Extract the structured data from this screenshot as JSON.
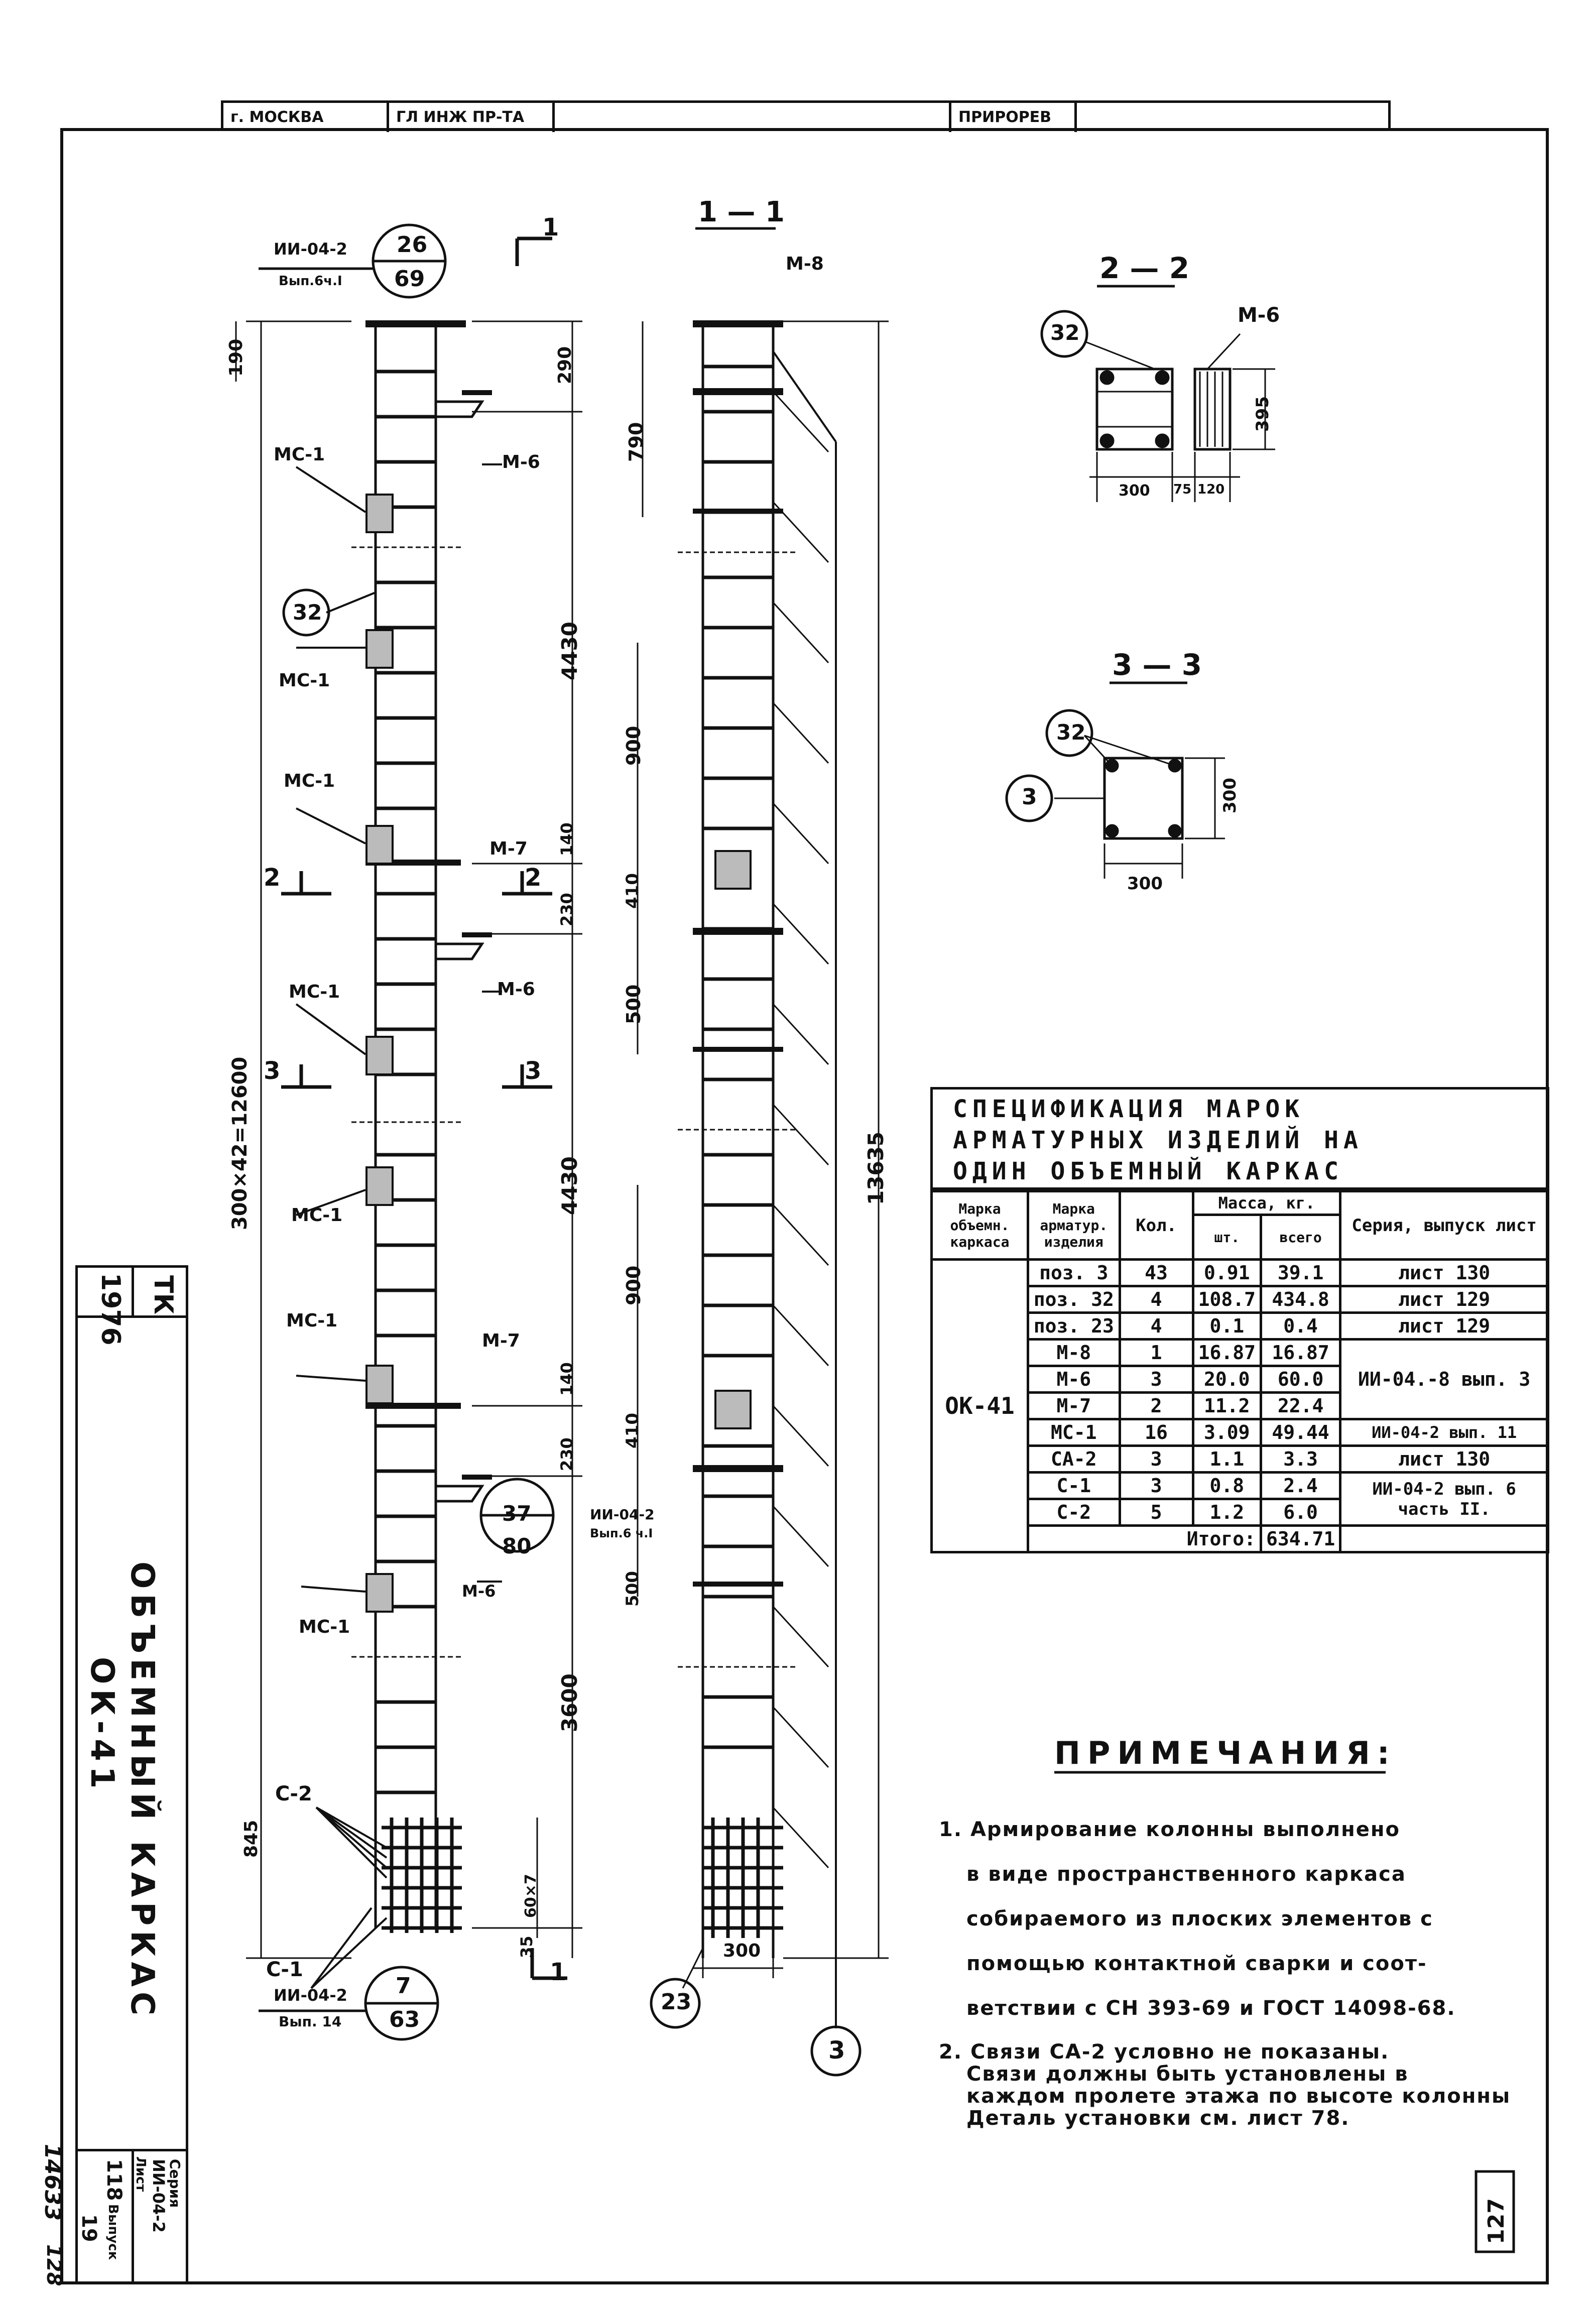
{
  "title_block": {
    "city": "г. МОСКВА",
    "role": "ГЛ ИНЖ ПР-ТА",
    "name": "ПРИРОРЕВ"
  },
  "left_sheet_stamp": {
    "code": "ТК",
    "year": "1976",
    "title_line1": "ОБЪЕМНЫЙ КАРКАС",
    "title_line2": "ОК-41",
    "series_label": "Серия",
    "series_value": "ИИ-04-2",
    "issue_label": "Выпуск",
    "issue_value": "19",
    "sheet_label": "Лист",
    "sheet_value": "118",
    "archive_number": "14633",
    "page_number": "128"
  },
  "elevation": {
    "ref_top": {
      "series": "ИИ-04-2",
      "issue": "Вып.6ч.I",
      "num_top": "26",
      "num_bottom": "69"
    },
    "ref_mid": {
      "num_top": "37",
      "num_bottom": "80",
      "series": "ИИ-04-2",
      "issue": "Вып.6 ч.I"
    },
    "ref_bottom": {
      "series": "ИИ-04-2",
      "issue": "Вып. 14",
      "num_top": "7",
      "num_bottom": "63"
    },
    "section_mark_1": "1",
    "labels": {
      "mc1": "МС-1",
      "m6": "М-6",
      "m7": "М-7",
      "m8": "М-8",
      "c1": "С-1",
      "c2": "С-2",
      "pos32": "32",
      "pos23": "23",
      "pos3": "3",
      "sec2": "2",
      "sec3": "3"
    },
    "dims": {
      "d190": "190",
      "d290": "290",
      "d4430a": "4430",
      "d140a": "140",
      "d230a": "230",
      "d4430b": "4430",
      "d140b": "140",
      "d230b": "230",
      "d3600": "3600",
      "d845": "845",
      "d35": "35",
      "d60x7": "60×7",
      "total": "300×42=12600",
      "d790": "790",
      "d900a": "900",
      "d410a": "410",
      "d500a": "500",
      "d900b": "900",
      "d410b": "410",
      "d500b": "500",
      "d13635": "13635",
      "d300": "300"
    },
    "section_1_1_title": "1 — 1"
  },
  "section_2_2": {
    "title": "2 — 2",
    "pos": "32",
    "part": "М-6",
    "dim_height": "395",
    "dim_a": "300",
    "dim_b": "75",
    "dim_c": "120"
  },
  "section_3_3": {
    "title": "3 — 3",
    "pos_a": "32",
    "pos_b": "3",
    "dim_h": "300",
    "dim_w": "300"
  },
  "spec": {
    "title_lines": [
      "СПЕЦИФИКАЦИЯ МАРОК",
      "АРМАТУРНЫХ ИЗДЕЛИЙ НА",
      "ОДИН ОБЪЕМНЫЙ КАРКАС"
    ],
    "headers": {
      "mark_frame": "Марка объемн. каркаса",
      "mark_item": "Марка арматур. изделия",
      "qty": "Кол.",
      "mass": "Масса, кг.",
      "mass_each": "шт.",
      "mass_total": "всего",
      "series": "Серия, выпуск лист"
    },
    "frame_mark": "ОК-41",
    "rows": [
      {
        "item": "поз. 3",
        "qty": "43",
        "each": "0.91",
        "total": "39.1",
        "ref": "лист 130"
      },
      {
        "item": "поз. 32",
        "qty": "4",
        "each": "108.7",
        "total": "434.8",
        "ref": "лист 129"
      },
      {
        "item": "поз. 23",
        "qty": "4",
        "each": "0.1",
        "total": "0.4",
        "ref": "лист 129"
      },
      {
        "item": "М-8",
        "qty": "1",
        "each": "16.87",
        "total": "16.87",
        "ref": "ИИ-04.-8 вып. 3"
      },
      {
        "item": "М-6",
        "qty": "3",
        "each": "20.0",
        "total": "60.0",
        "ref": ""
      },
      {
        "item": "М-7",
        "qty": "2",
        "each": "11.2",
        "total": "22.4",
        "ref": ""
      },
      {
        "item": "МС-1",
        "qty": "16",
        "each": "3.09",
        "total": "49.44",
        "ref": "ИИ-04-2 вып. 11"
      },
      {
        "item": "СА-2",
        "qty": "3",
        "each": "1.1",
        "total": "3.3",
        "ref": "лист 130"
      },
      {
        "item": "С-1",
        "qty": "3",
        "each": "0.8",
        "total": "2.4",
        "ref": "ИИ-04-2 вып. 6 часть II."
      },
      {
        "item": "С-2",
        "qty": "5",
        "each": "1.2",
        "total": "6.0",
        "ref": ""
      }
    ],
    "total_label": "Итого:",
    "total_value": "634.71"
  },
  "notes": {
    "title": "ПРИМЕЧАНИЯ:",
    "n1_l1": "1. Армирование колонны выполнено",
    "n1_l2": "в виде пространственного каркаса",
    "n1_l3": "собираемого из плоских элементов с",
    "n1_l4": "помощью контактной сварки и соот-",
    "n1_l5": "ветствии с СН 393-69 и ГОСТ 14098-68.",
    "n2_l1": "2. Связи СА-2 условно не показаны.",
    "n2_l2": "Связи должны быть установлены в",
    "n2_l3": "каждом пролете этажа по высоте колонны",
    "n2_l4": "Деталь установки см. лист 78."
  },
  "corner_number": "127"
}
